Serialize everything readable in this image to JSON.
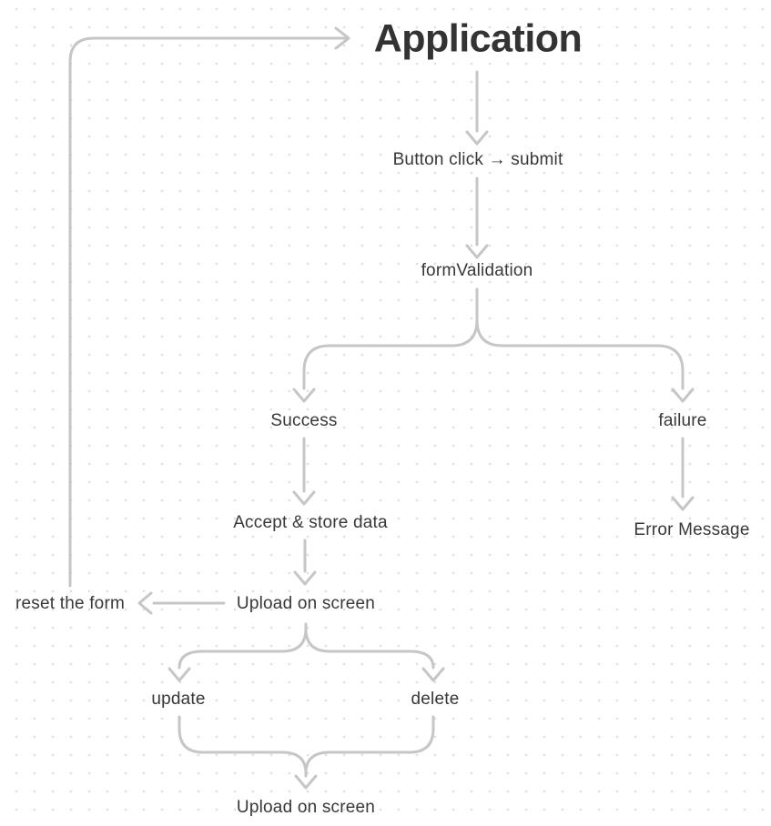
{
  "canvas": {
    "background": "#ffffff",
    "dot_color": "#dedede",
    "line_color": "#c6c6c6",
    "text_color": "#383838",
    "title_color": "#333333"
  },
  "diagram": {
    "nodes": {
      "application": {
        "label": "Application"
      },
      "button_click_submit": {
        "label": "Button click → submit"
      },
      "form_validation": {
        "label": "formValidation"
      },
      "success": {
        "label": "Success"
      },
      "failure": {
        "label": "failure"
      },
      "accept_store_data": {
        "label": "Accept & store data"
      },
      "error_message": {
        "label": "Error Message"
      },
      "reset_the_form": {
        "label": "reset the form"
      },
      "upload_on_screen": {
        "label": "Upload on screen"
      },
      "update": {
        "label": "update"
      },
      "delete": {
        "label": "delete"
      },
      "upload_on_screen_bottom": {
        "label": "Upload on screen"
      }
    },
    "edges": [
      {
        "from": "application",
        "to": "button_click_submit"
      },
      {
        "from": "button_click_submit",
        "to": "form_validation"
      },
      {
        "from": "form_validation",
        "to": "success"
      },
      {
        "from": "form_validation",
        "to": "failure"
      },
      {
        "from": "success",
        "to": "accept_store_data"
      },
      {
        "from": "failure",
        "to": "error_message"
      },
      {
        "from": "accept_store_data",
        "to": "upload_on_screen"
      },
      {
        "from": "upload_on_screen",
        "to": "reset_the_form"
      },
      {
        "from": "reset_the_form",
        "to": "application"
      },
      {
        "from": "upload_on_screen",
        "to": "update"
      },
      {
        "from": "upload_on_screen",
        "to": "delete"
      },
      {
        "from": "update",
        "to": "upload_on_screen_bottom"
      },
      {
        "from": "delete",
        "to": "upload_on_screen_bottom"
      }
    ]
  }
}
